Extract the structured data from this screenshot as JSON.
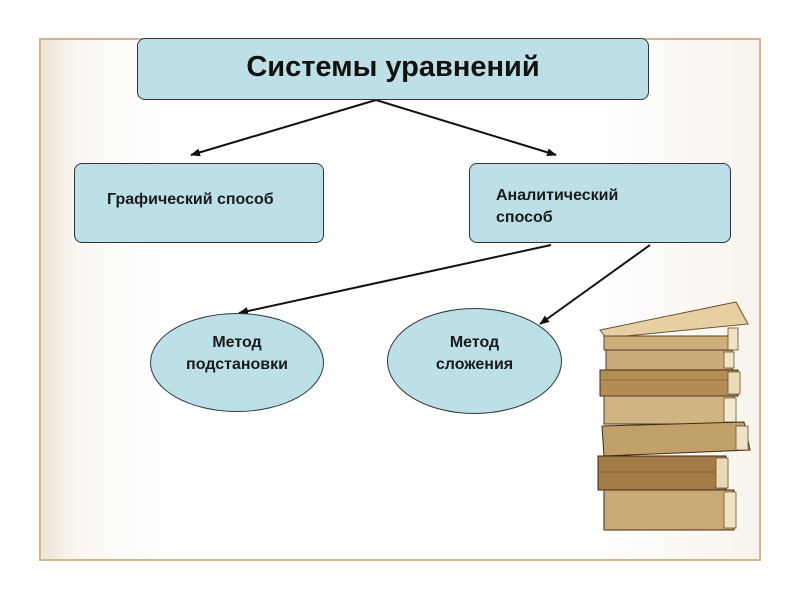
{
  "diagram": {
    "title": "Системы уравнений",
    "graphic_method": "Графический способ",
    "analytic_method": [
      "Аналитический",
      "способ"
    ],
    "substitution_method": [
      "Метод",
      "подстановки"
    ],
    "addition_method": [
      "Метод",
      "сложения"
    ]
  },
  "colors": {
    "box_fill": "#bde0e6",
    "frame_border": "#d6b48b",
    "arrow": "#111111"
  },
  "decoration": {
    "image": "stack-of-books"
  }
}
